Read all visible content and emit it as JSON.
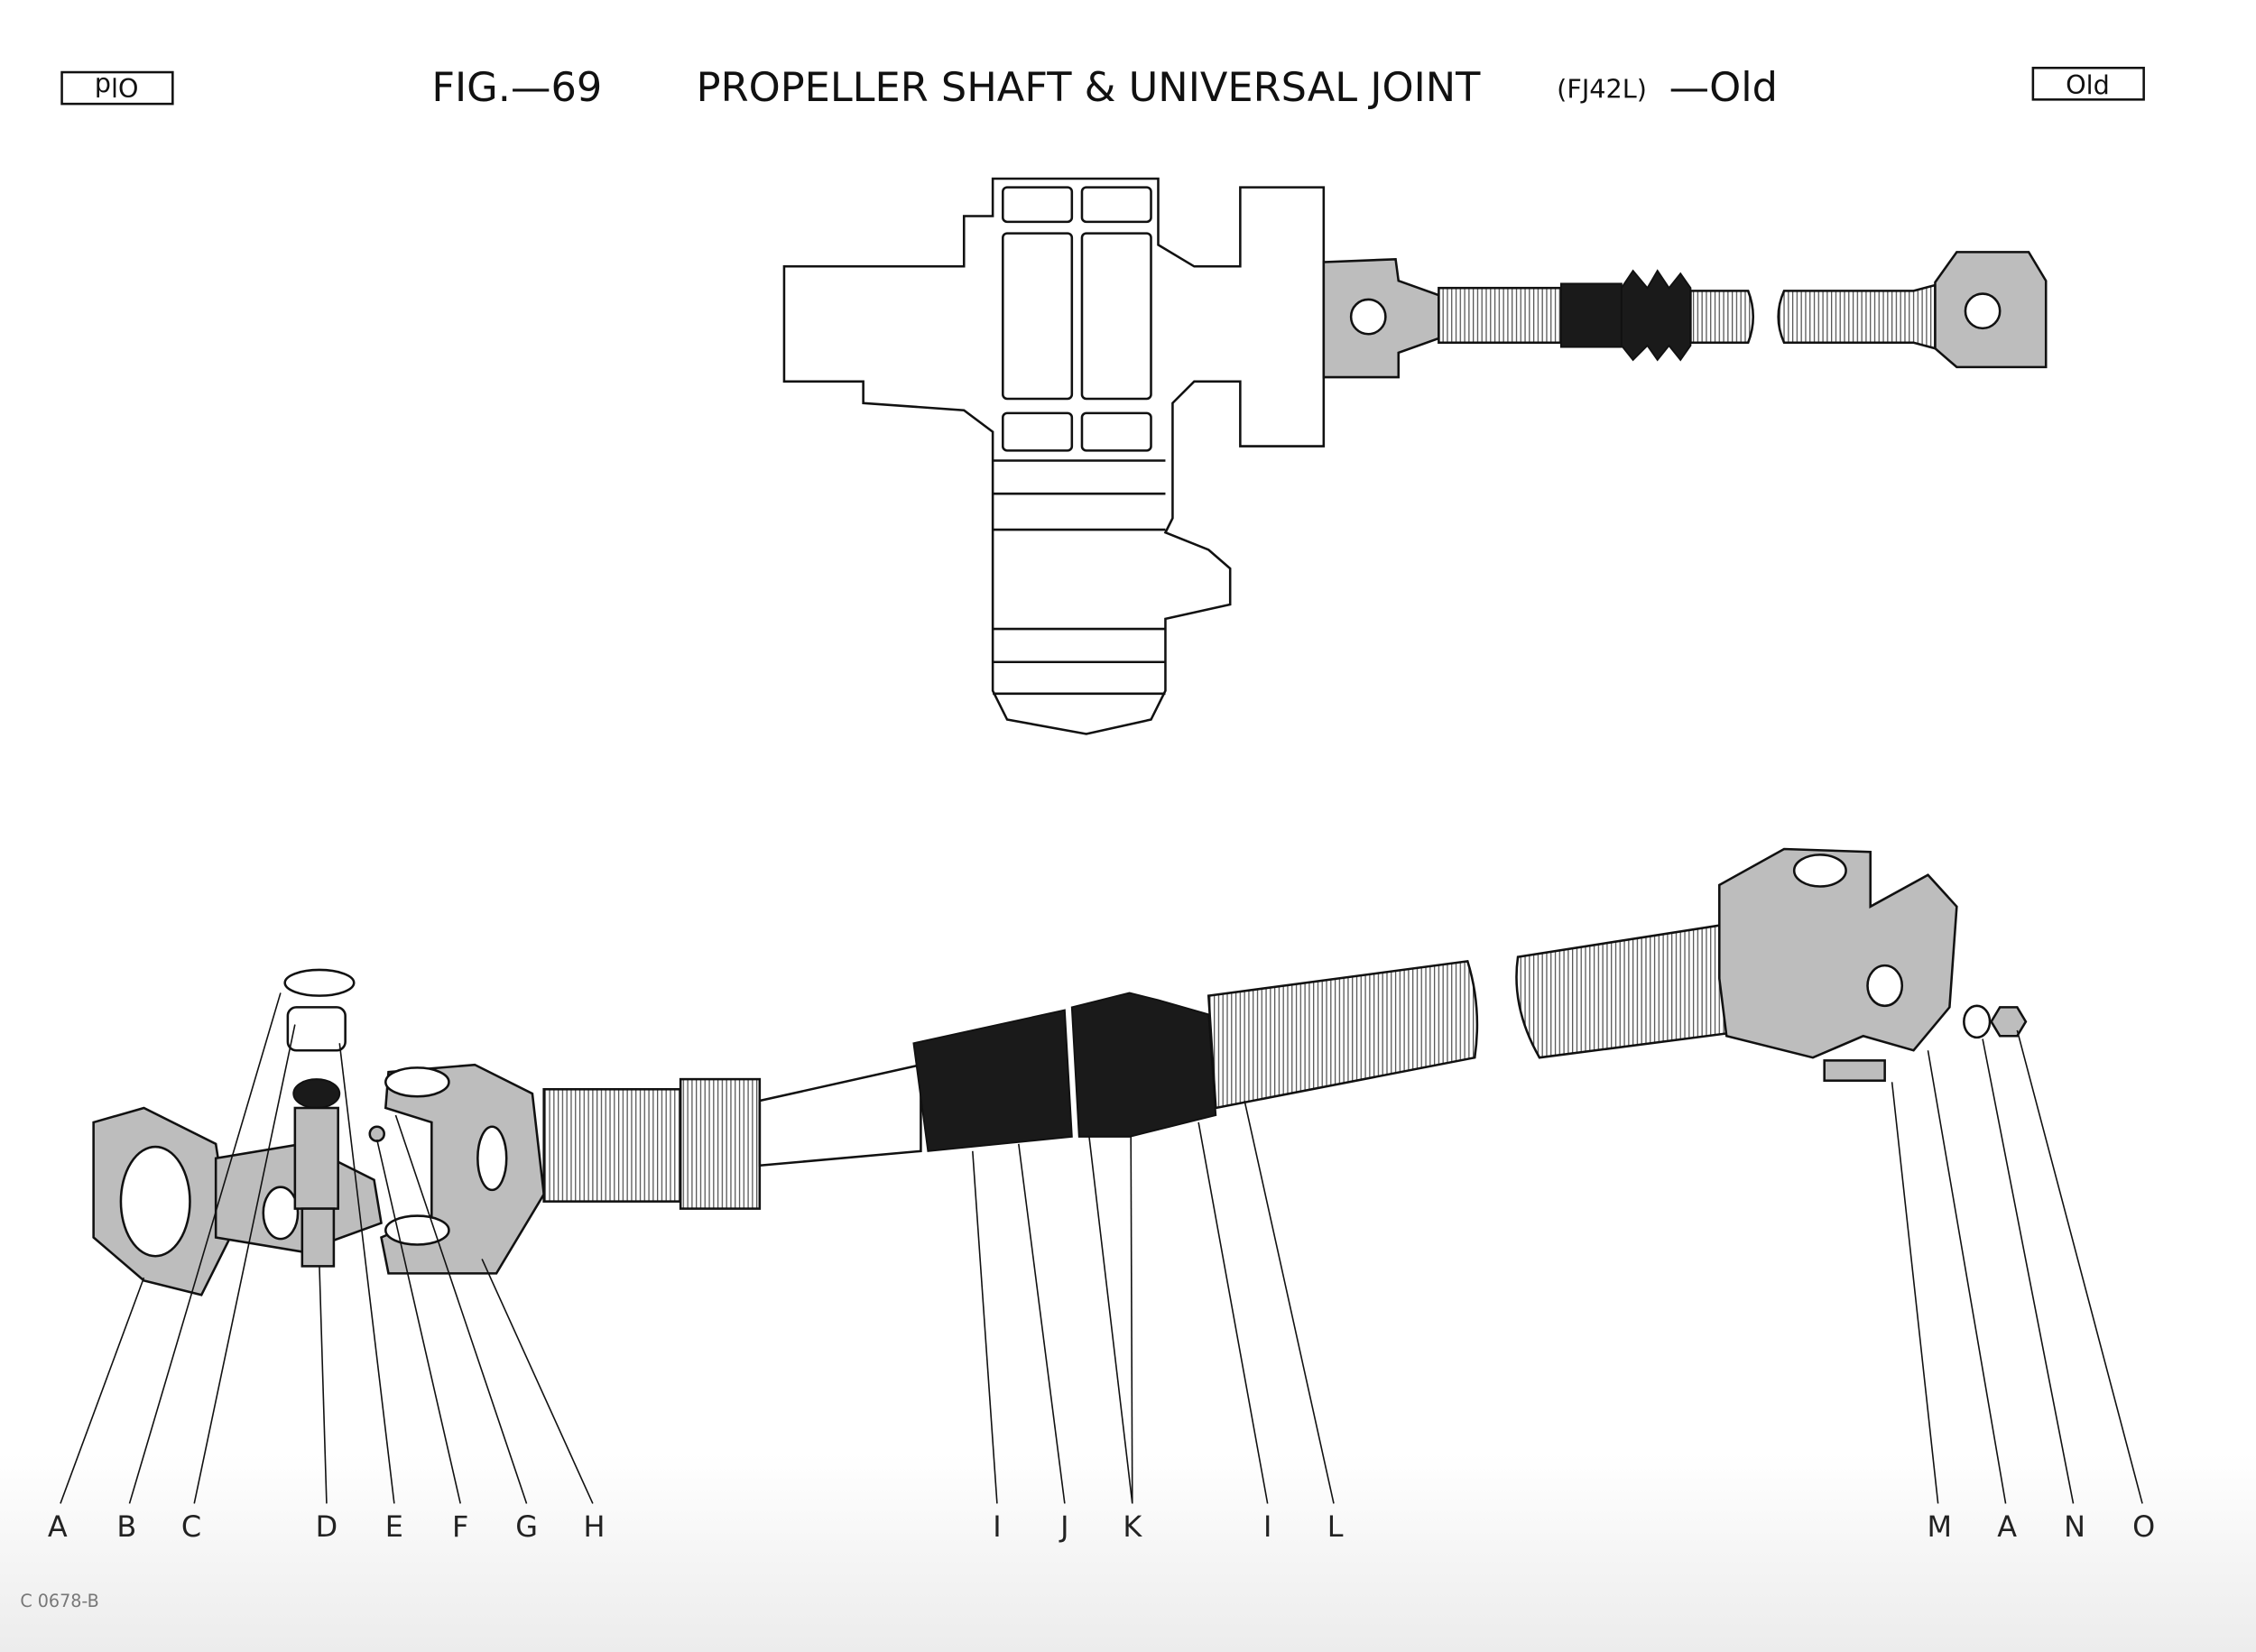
{
  "header": {
    "badge_left": "Old",
    "fig_number": "FIG.—69",
    "title": "PROPELLER SHAFT & UNIVERSAL JOINT",
    "model": "(FJ42L)",
    "suffix": "—Old",
    "badge_right": "Old"
  },
  "callouts": [
    "A",
    "B",
    "C",
    "D",
    "E",
    "F",
    "G",
    "H",
    "I",
    "J",
    "K",
    "I",
    "L",
    "M",
    "A",
    "N",
    "O"
  ],
  "footer": {
    "code": "C 0678-B"
  }
}
